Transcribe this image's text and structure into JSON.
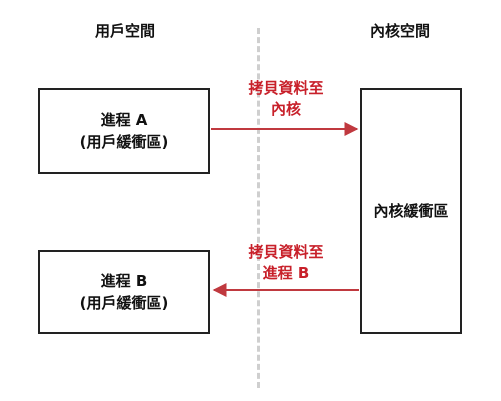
{
  "headings": {
    "user_space": "用戶空間",
    "kernel_space": "內核空間"
  },
  "nodes": {
    "process_a": {
      "line1": "進程 A",
      "line2": "(用戶緩衝區)"
    },
    "process_b": {
      "line1": "進程 B",
      "line2": "(用戶緩衝區)"
    },
    "kernel_buffer": {
      "label": "內核緩衝區"
    }
  },
  "edges": {
    "copy_to_kernel": {
      "line1": "拷貝資料至",
      "line2": "內核"
    },
    "copy_to_process_b": {
      "line1": "拷貝資料至",
      "line2": "進程 B"
    }
  },
  "colors": {
    "arrow": "#c0393f",
    "edge_text": "#c8202a",
    "divider": "#cfcfcf",
    "box_border": "#222222"
  }
}
